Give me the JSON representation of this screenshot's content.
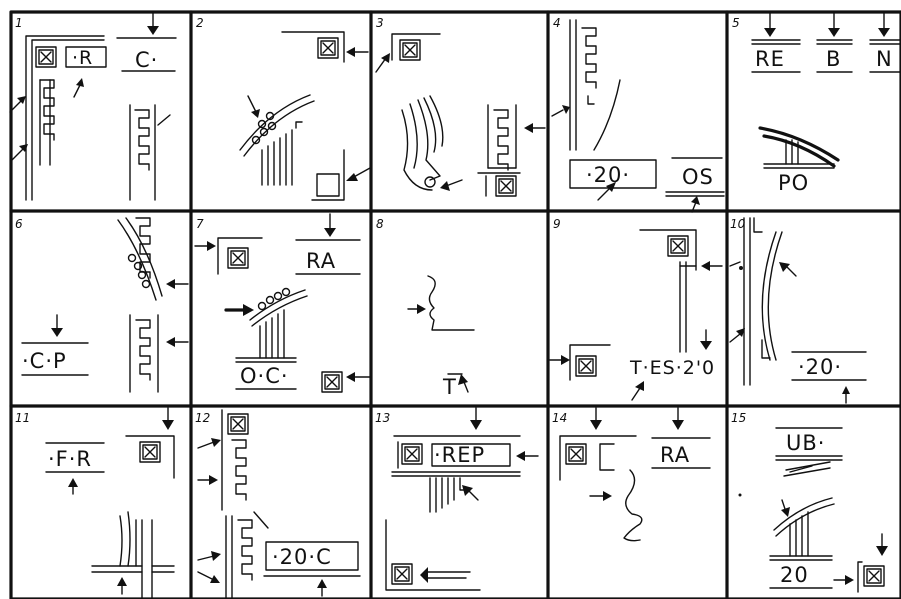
{
  "panels": [
    {
      "number": "1",
      "labels": [
        "·R",
        "C·"
      ]
    },
    {
      "number": "2",
      "labels": []
    },
    {
      "number": "3",
      "labels": []
    },
    {
      "number": "4",
      "labels": [
        "·20·",
        "OS"
      ]
    },
    {
      "number": "5",
      "labels": [
        "RE",
        "B",
        "N",
        "PO"
      ]
    },
    {
      "number": "6",
      "labels": [
        "·C·P"
      ]
    },
    {
      "number": "7",
      "labels": [
        "RA",
        "O·C·"
      ]
    },
    {
      "number": "8",
      "labels": [
        "T"
      ]
    },
    {
      "number": "9",
      "labels": [
        "T·ES·2'0"
      ]
    },
    {
      "number": "10",
      "labels": [
        "·20·"
      ]
    },
    {
      "number": "11",
      "labels": [
        "·F·R"
      ]
    },
    {
      "number": "12",
      "labels": [
        "·20·C"
      ]
    },
    {
      "number": "13",
      "labels": [
        "·REP"
      ]
    },
    {
      "number": "14",
      "labels": [
        "RA"
      ]
    },
    {
      "number": "15",
      "labels": [
        "UB·",
        "20"
      ]
    }
  ]
}
